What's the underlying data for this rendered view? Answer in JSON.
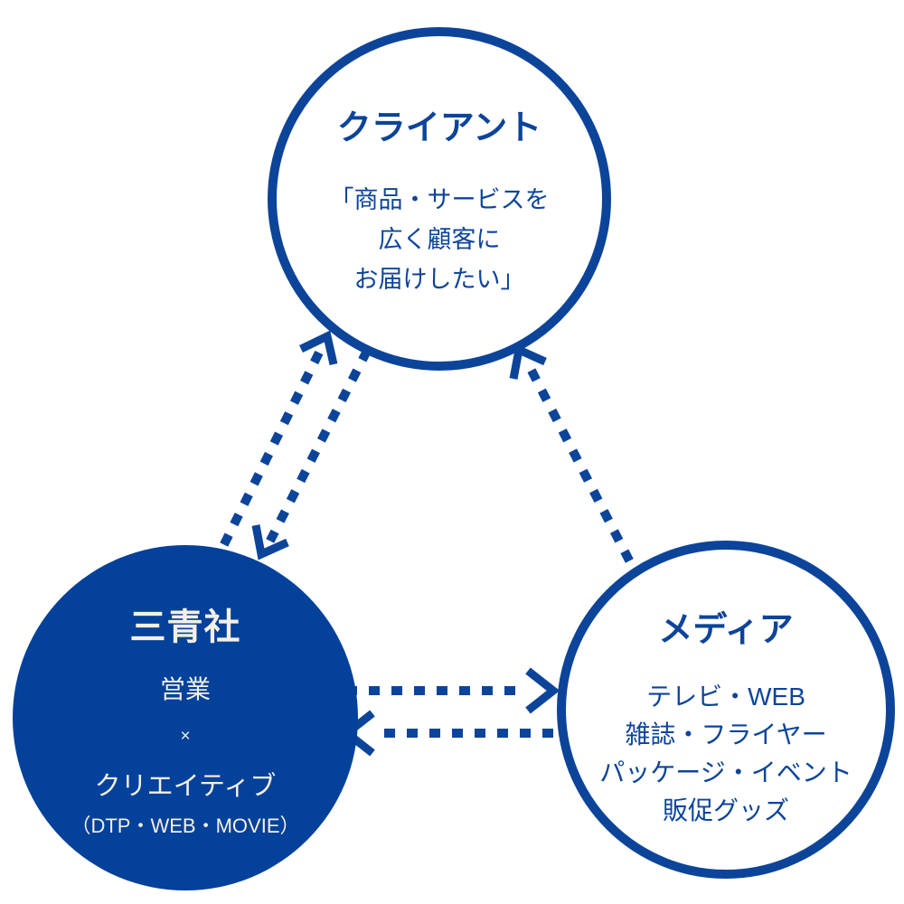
{
  "colors": {
    "line_blue": "#0c449a",
    "fill_blue": "#03419a",
    "cream_text": "#f5f0e4",
    "background": "#ffffff"
  },
  "nodes": {
    "client": {
      "title": "クライアント",
      "lines": [
        "「商品・サービスを",
        "広く顧客に",
        "お届けしたい」"
      ]
    },
    "sansei": {
      "title": "三青社",
      "lines": [
        "営業",
        "×",
        "クリエイティブ",
        "（DTP・WEB・MOVIE）"
      ]
    },
    "media": {
      "title": "メディア",
      "lines": [
        "テレビ・WEB",
        "雑誌・フライヤー",
        "パッケージ・イベント",
        "販促グッズ"
      ]
    }
  },
  "relations": [
    {
      "from": "三青社",
      "to": "クライアント",
      "style": "dotted-arrow"
    },
    {
      "from": "クライアント",
      "to": "三青社",
      "style": "dotted-arrow"
    },
    {
      "from": "メディア",
      "to": "クライアント",
      "style": "dotted-arrow"
    },
    {
      "from": "三青社",
      "to": "メディア",
      "style": "dotted-arrow"
    },
    {
      "from": "メディア",
      "to": "三青社",
      "style": "dotted-arrow"
    }
  ]
}
